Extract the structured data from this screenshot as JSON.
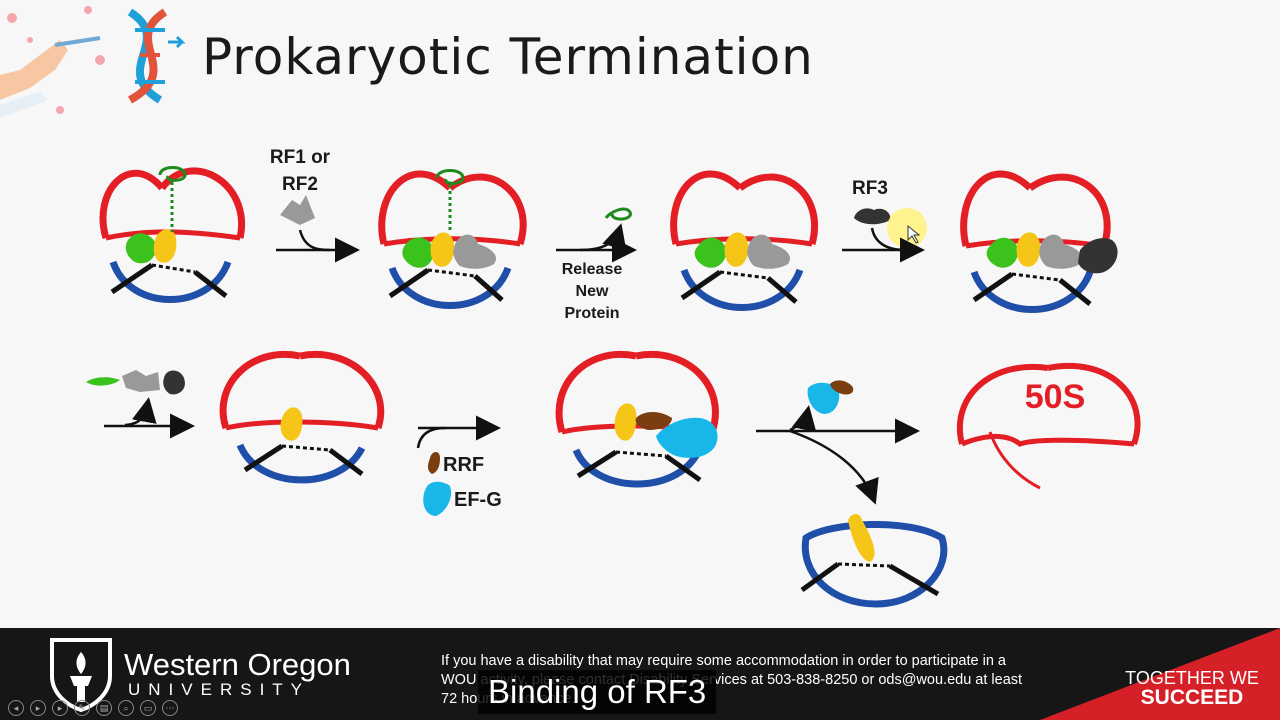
{
  "slide": {
    "title": "Prokaryotic Termination"
  },
  "diagram": {
    "labels": {
      "rf1_line1": "RF1 or",
      "rf1_line2": "RF2",
      "release_line1": "Release",
      "release_line2": "New",
      "release_line3": "Protein",
      "rf3": "RF3",
      "rrf": "RRF",
      "efg": "EF-G",
      "subunit_50s": "50S"
    },
    "colors": {
      "large_subunit": "#e31e24",
      "small_subunit": "#1f4fa8",
      "trna_green": "#3cc21c",
      "trna_yellow": "#f5c518",
      "release_factor": "#999999",
      "rf3": "#333333",
      "rrf": "#7a3e10",
      "efg": "#19b6ea",
      "peptide": "#1e8a1e"
    }
  },
  "footer": {
    "university_name": "Western Oregon",
    "university_sub": "UNIVERSITY",
    "disability_notice": "If you have a disability that may require some accommodation in order to participate in a WOU activity, please contact Disability Services at 503-838-8250 or ods@wou.edu at least 72 hours in advance.",
    "tagline_line1": "TOGETHER WE",
    "tagline_line2": "SUCCEED",
    "brand_red": "#d62027"
  },
  "caption": {
    "text": "Binding of RF3"
  },
  "player": {
    "controls": [
      "prev-icon",
      "play-icon",
      "next-icon",
      "pen-icon",
      "slides-icon",
      "zoom-icon",
      "subtitles-icon",
      "more-icon"
    ]
  }
}
